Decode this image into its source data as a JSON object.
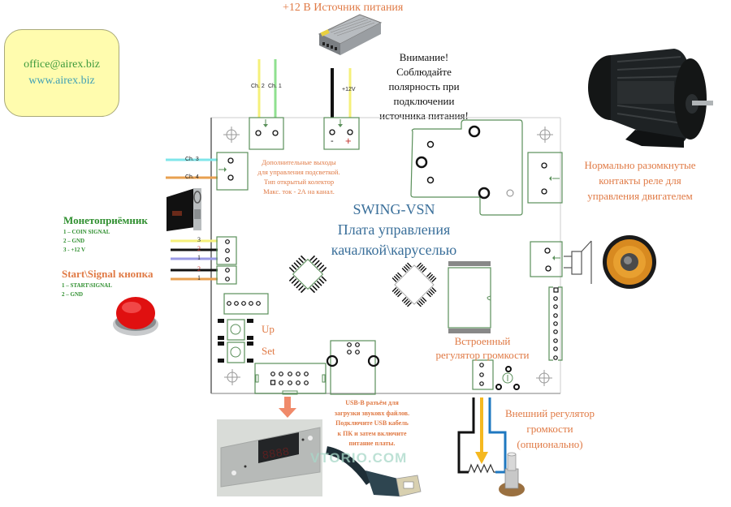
{
  "contact": {
    "email": "office@airex.biz",
    "website": "www.airex.biz"
  },
  "power_supply": {
    "title": "+12 В Источник питания",
    "voltage_label": "+12V",
    "minus_label": "-",
    "plus_label": "+"
  },
  "warning": {
    "lines": [
      "Внимание!",
      "Соблюдайте",
      "полярность при",
      "подключении",
      "источника питания!"
    ]
  },
  "channels": {
    "ch1": "Ch. 1",
    "ch2": "Ch. 2",
    "ch3": "Ch. 3",
    "ch4": "Ch. 4"
  },
  "additional_outputs": {
    "lines": [
      "Дополнительные выходы",
      "для управления подсветкой.",
      "Тип открытый колектор",
      "Макс. ток - 2А на канал."
    ]
  },
  "board": {
    "name": "SWING-VSN",
    "subtitle_line1": "Плата управления",
    "subtitle_line2": "качалкой\\каруселью"
  },
  "coin_acceptor": {
    "title": "Монетоприёмник",
    "pins": [
      "1 – COIN SIGNAL",
      "2 – GND",
      "3 - +12 V"
    ],
    "wire_numbers": [
      "3",
      "2",
      "1"
    ]
  },
  "start_button": {
    "title": "Start\\Signal кнопка",
    "pins": [
      "1 – START\\SIGNAL",
      "2 – GND"
    ],
    "wire_numbers": [
      "2",
      "1"
    ]
  },
  "buttons": {
    "up": "Up",
    "set": "Set"
  },
  "motor": {
    "lines": [
      "Нормально разомкнутые",
      "контакты реле для",
      "управления двигателем"
    ]
  },
  "volume_internal": {
    "lines": [
      "Встроенный",
      "регулятор громкости"
    ]
  },
  "volume_external": {
    "lines": [
      "Внешний регулятор",
      "громкости",
      "(опционально)"
    ]
  },
  "usb": {
    "lines": [
      "USB-B разъём для",
      "загрузки звуковх файлов.",
      "Подключите USB кабель",
      "к ПК и затем включите",
      "питание платы."
    ]
  },
  "display": {
    "digits": "8888"
  },
  "watermark": "VTORIO.COM",
  "colors": {
    "label_orange": "#e07a45",
    "label_green": "#2f8f2f",
    "title_blue": "#3a6f9a",
    "pcb_green": "#5a8f5a",
    "wire_yellow": "#f5f07a",
    "wire_green": "#8fe08f",
    "wire_cyan": "#7fe6ea",
    "wire_orange": "#e8a050",
    "wire_purple": "#9a9ae6",
    "wire_blue": "#1f78c0",
    "arrow_salmon": "#f08a6a"
  }
}
